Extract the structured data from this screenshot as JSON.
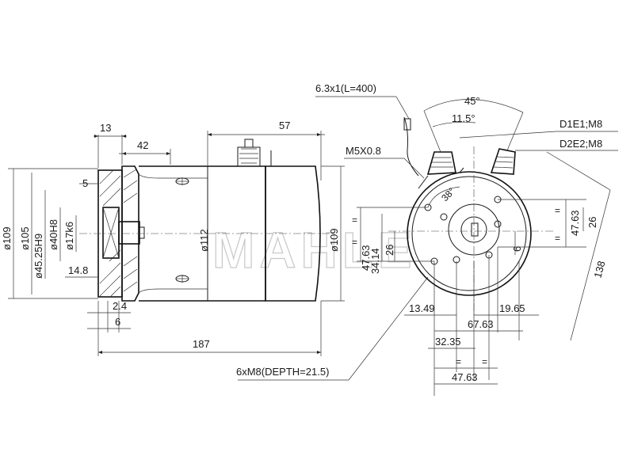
{
  "watermark": "MAHLE",
  "side_view": {
    "top": {
      "d13": "13",
      "d42": "42",
      "d57": "57"
    },
    "left": {
      "d109": "ø109",
      "d105": "ø105",
      "d45": "ø45.25H9",
      "d40": "ø40H8",
      "d17": "ø17k6",
      "d5": "5",
      "d14_8": "14.8"
    },
    "body": {
      "d112": "ø112",
      "d109r": "ø109"
    },
    "bottom": {
      "d2_4": "2.4",
      "d6": "6",
      "d187": "187",
      "thread": "6xM8(DEPTH=21.5)"
    }
  },
  "end_view": {
    "cable": "6.3x1(L=400)",
    "a45": "45°",
    "a11_5": "11.5°",
    "d1e1": "D1E1;M8",
    "d2e2": "D2E2;M8",
    "m5": "M5X0.8",
    "a38": "38°",
    "left": {
      "d47_63": "47.63",
      "d34_14": "34.14",
      "d26": "26"
    },
    "right": {
      "d47_63": "47.63",
      "d26": "26",
      "d6": "6",
      "d138": "138"
    },
    "bottom": {
      "d13_49": "13.49",
      "d19_65": "19.65",
      "d67_63": "67.63",
      "d32_35": "32.35",
      "eq1": "=",
      "eq2": "=",
      "d47_63": "47.63"
    },
    "eq_left1": "=",
    "eq_left2": "=",
    "eq_right1": "=",
    "eq_right2": "="
  }
}
